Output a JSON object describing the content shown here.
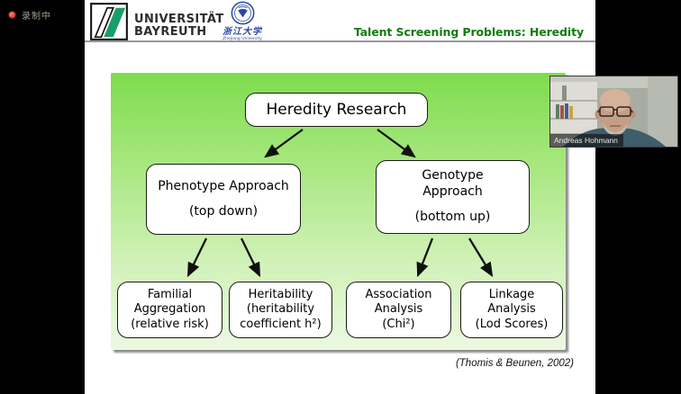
{
  "recording": {
    "label": "录制中"
  },
  "slide": {
    "header": {
      "bayreuth": {
        "line1": "UNIVERSITÄT",
        "line2": "BAYREUTH"
      },
      "zhejiang": {
        "chinese": "浙江大学",
        "english": "Zhejiang University"
      },
      "title": "Talent Screening Problems: Heredity"
    },
    "citation": "(Thomis & Beunen, 2002)"
  },
  "diagram": {
    "root": {
      "label": "Heredity Research"
    },
    "branches": [
      {
        "title": "Phenotype Approach",
        "sub": "(top down)"
      },
      {
        "title": "Genotype\nApproach",
        "sub": "(bottom up)"
      }
    ],
    "leaves": [
      {
        "name": "Familial\nAggregation",
        "detail": "(relative risk)"
      },
      {
        "name": "Heritability",
        "detail": "(heritability\ncoefficient h²)"
      },
      {
        "name": "Association\nAnalysis",
        "detail": "(Chi²)"
      },
      {
        "name": "Linkage\nAnalysis",
        "detail": "(Lod Scores)"
      }
    ]
  },
  "video": {
    "participant_name": "Andreas Hohmann"
  },
  "colors": {
    "title_green": "#117b11",
    "diagram_top_green": "#7edc4d",
    "diagram_bottom_green": "#ecf9e2",
    "bayreuth_logo_green": "#1a9e68",
    "zhejiang_blue": "#2b4a9e",
    "recording_red": "#d33b2f"
  }
}
